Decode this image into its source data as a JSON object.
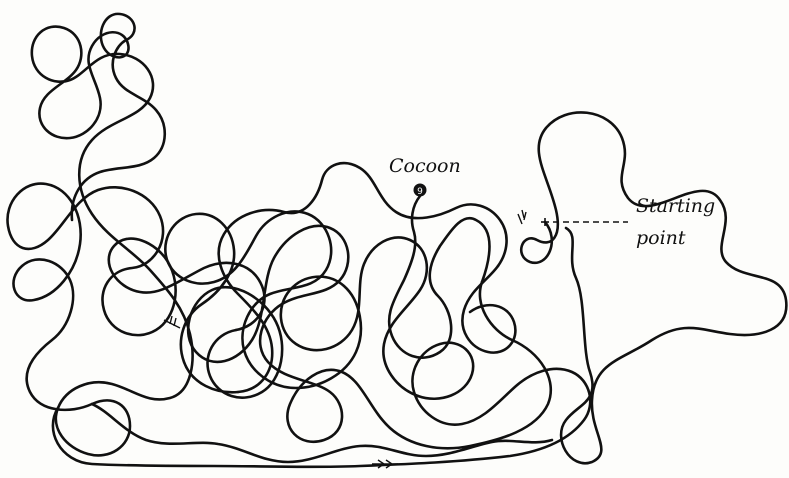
{
  "labels": {
    "cocoon": "Cocoon",
    "start_line1": "Starting",
    "start_line2": "point"
  },
  "colors": {
    "ink": "#111111",
    "paper": "#fdfdfb"
  }
}
